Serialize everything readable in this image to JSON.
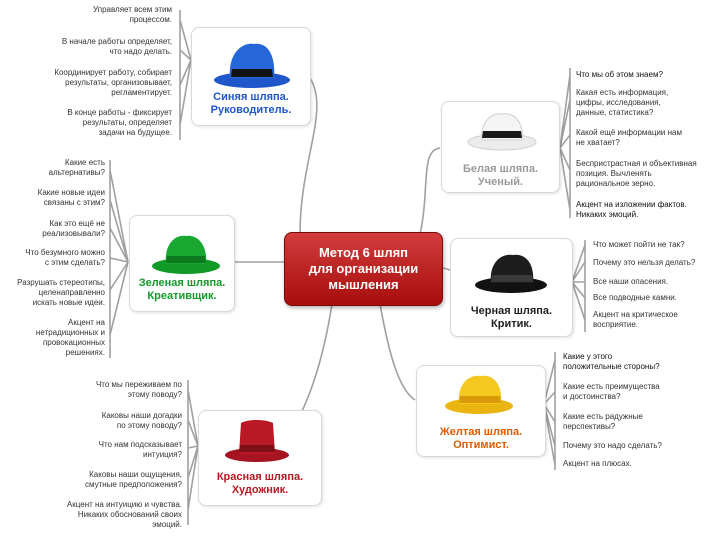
{
  "colors": {
    "central": "#c0181c",
    "blue": "#1f56c9",
    "white_label": "#9a9a9a",
    "black": "#222222",
    "green": "#149a2a",
    "yellow": "#f0c21a",
    "yellow_label": "#e05a00",
    "red": "#b81924",
    "connector": "#9a9a9a"
  },
  "central": {
    "title": "Метод 6 шляп\nдля организации\nмышления"
  },
  "hats": {
    "blue": {
      "label": "Синяя шляпа.\nРуководитель.",
      "icon": "blue-hat-icon",
      "items": [
        "Управляет всем этим\nпроцессом.",
        "В начале работы определяет,\nчто надо делать.",
        "Координирует работу, собирает\nрезультаты, организовывает,\nрегламентирует.",
        "В конце работы - фиксирует\nрезультаты, определяет\nзадачи на будущее."
      ]
    },
    "white": {
      "label": "Белая шляпа.\nУченый.",
      "icon": "white-hat-icon",
      "items": [
        "Что мы об этом знаем?",
        "Какая есть информация,\nцифры, исследования,\nданные, статистика?",
        "Какой ещё информации нам\nне хватает?",
        "Беспристрастная и объективная\nпозиция. Вычленять\nрациональное зерно.",
        "Акцент на изложении фактов.\nНикаких эмоций."
      ]
    },
    "green": {
      "label": "Зеленая шляпа.\nКреативщик.",
      "icon": "green-hat-icon",
      "items": [
        "Какие есть\nальтернативы?",
        "Какие новые идеи\nсвязаны с этим?",
        "Как это ещё не\nреализовывали?",
        "Что безумного можно\nс этим сделать?",
        "Разрушать стереотипы,\nцеленаправленно\nискать новые идеи.",
        "Акцент на\nнетрадиционных и\nпровокационных\nрешениях."
      ]
    },
    "black": {
      "label": "Черная шляпа.\nКритик.",
      "icon": "black-hat-icon",
      "items": [
        "Что может пойти не так?",
        "Почему это нельзя делать?",
        "Все наши опасения.",
        "Все подводные камни.",
        "Акцент на критическое\nвосприятие."
      ]
    },
    "red": {
      "label": "Красная шляпа.\nХудожник.",
      "icon": "red-hat-icon",
      "items": [
        "Что мы переживаем по\nэтому поводу?",
        "Каковы наши догадки\nпо этому поводу?",
        "Что нам подсказывает\nинтуиция?",
        "Каковы наши ощущения,\nсмутные предположения?",
        "Акцент на интуицию и чувства.\nНикаких обоснований своих\nэмоций."
      ]
    },
    "yellow": {
      "label": "Желтая шляпа.\nОптимист.",
      "icon": "yellow-hat-icon",
      "items": [
        "Какие у этого\nположительные стороны?",
        "Какие есть преимущества\nи достоинства?",
        "Какие есть радужные\nперспективы?",
        "Почему это надо сделать?",
        "Акцент на плюсах."
      ]
    }
  }
}
